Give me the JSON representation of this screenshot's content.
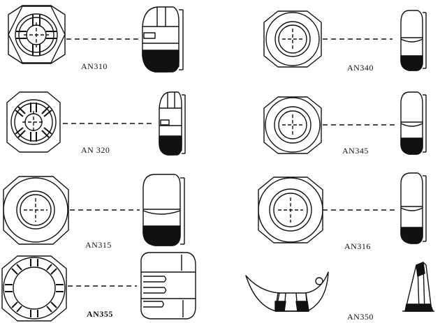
{
  "labels": {
    "an310": "AN310",
    "an320": "AN 320",
    "an315": "AN315",
    "an355": "AN355",
    "an340": "AN340",
    "an345": "AN345",
    "an316": "AN316",
    "an350": "AN350"
  },
  "colors": {
    "ink": "#111111",
    "paper": "#ffffff"
  },
  "icons": [
    "castellated-nut-front-icon",
    "castellated-nut-side-icon",
    "shear-castle-nut-front-icon",
    "shear-castle-nut-side-icon",
    "plain-hex-nut-front-icon",
    "plain-hex-nut-side-icon",
    "slotted-nut-front-icon",
    "slotted-nut-side-icon",
    "check-nut-front-icon",
    "check-nut-side-icon",
    "jam-nut-front-icon",
    "jam-nut-side-icon",
    "light-hex-nut-front-icon",
    "light-hex-nut-side-icon",
    "wing-nut-front-icon",
    "wing-nut-side-icon"
  ]
}
